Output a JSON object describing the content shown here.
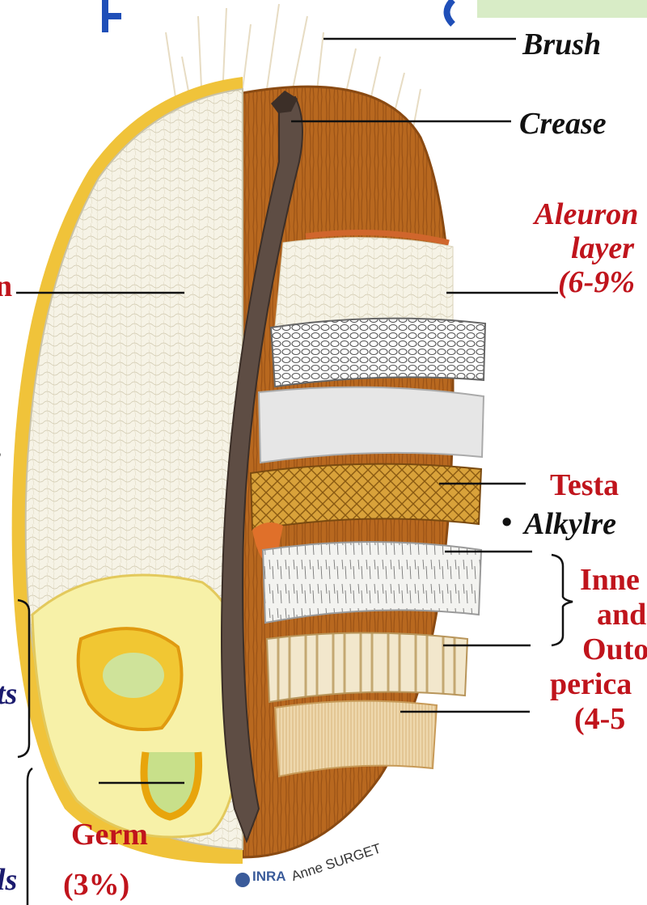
{
  "colors": {
    "label_red": "#c0141c",
    "label_black": "#111111",
    "label_navy": "#1b1b6e",
    "bran_brown": "#b4661f",
    "endosperm": "#f4f0df",
    "testa_gold": "#d9a23a",
    "title_bar_blue": "#1f4fb8",
    "title_bar_green": "#d8ecc6"
  },
  "labels": {
    "brush": "Brush",
    "crease": "Crease",
    "aleurone_line1": "Aleuron",
    "aleurone_line2": "layer",
    "aleurone_line3": "(6-9%",
    "testa": "Testa",
    "bullet": "•",
    "alkylres": "Alkylre",
    "inner_line1": "Inne",
    "inner_line2": "and",
    "outer_line1": "Outo",
    "outer_line2": "perica",
    "outer_line3": "(4-5",
    "germ_line1": "Germ",
    "germ_line2": "(3%)",
    "left_edge_n": "n",
    "left_edge_s": "s",
    "left_edge_ts": "ts",
    "left_edge_ls": "ls"
  },
  "watermark": {
    "org": "INRA",
    "author": "Anne SURGET"
  }
}
